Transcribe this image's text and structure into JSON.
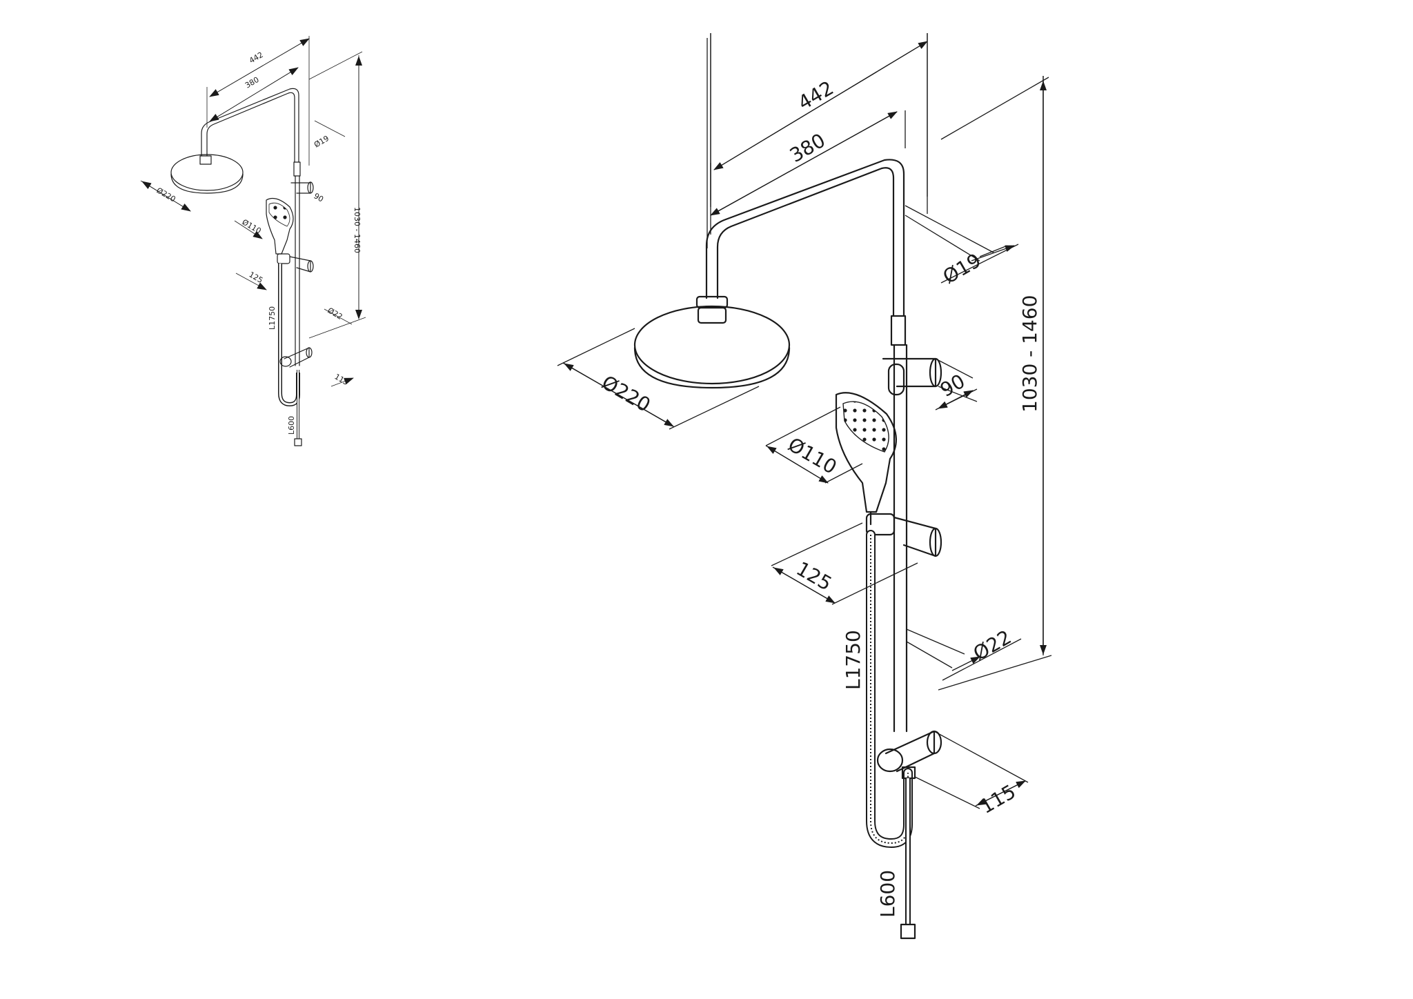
{
  "dimensions": {
    "width_arm_outer": "442",
    "width_arm_inner": "380",
    "diameter_head": "Ø220",
    "diameter_pipe_top": "Ø19",
    "holder_depth": "90",
    "diameter_hand": "Ø110",
    "hand_offset": "125",
    "height_range": "1030 - 1460",
    "diameter_pipe_bottom": "Ø22",
    "hose_length": "L1750",
    "mixer_depth": "115",
    "supply_hose": "L600"
  }
}
